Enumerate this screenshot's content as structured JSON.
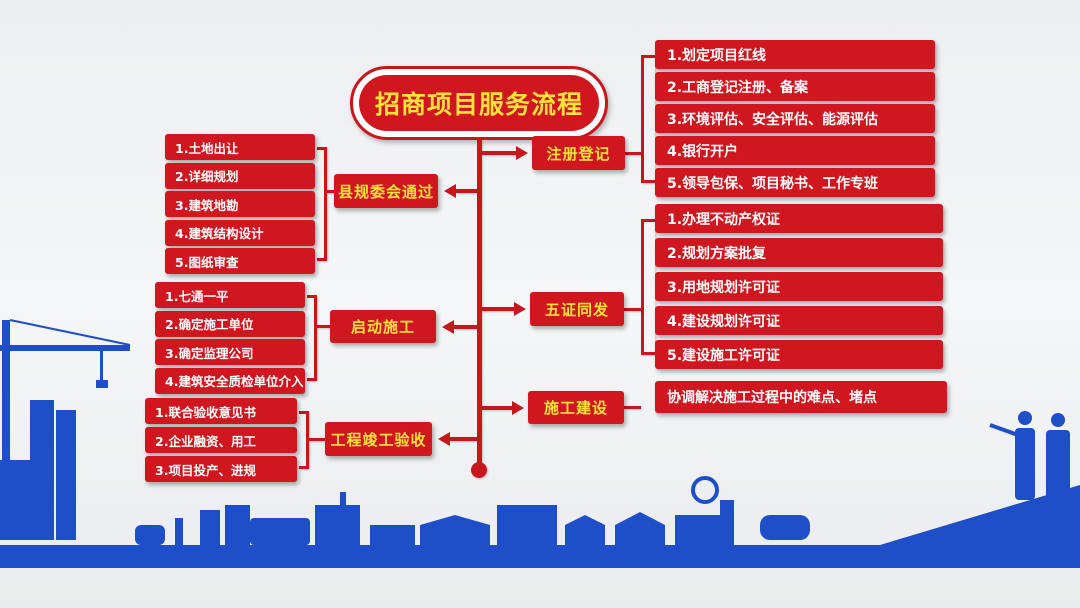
{
  "title": "招商项目服务流程",
  "left_stages": [
    {
      "label": "县规委会通过",
      "items": [
        "1.土地出让",
        "2.详细规划",
        "3.建筑地勘",
        "4.建筑结构设计",
        "5.图纸审查"
      ]
    },
    {
      "label": "启动施工",
      "items": [
        "1.七通一平",
        "2.确定施工单位",
        "3.确定监理公司",
        "4.建筑安全质检单位介入"
      ]
    },
    {
      "label": "工程竣工验收",
      "items": [
        "1.联合验收意见书",
        "2.企业融资、用工",
        "3.项目投产、进规"
      ]
    }
  ],
  "right_stages": [
    {
      "label": "注册登记",
      "items": [
        "1.划定项目红线",
        "2.工商登记注册、备案",
        "3.环境评估、安全评估、能源评估",
        "4.银行开户",
        "5.领导包保、项目秘书、工作专班"
      ]
    },
    {
      "label": "五证同发",
      "items": [
        "1.办理不动产权证",
        "2.规划方案批复",
        "3.用地规划许可证",
        "4.建设规划许可证",
        "5.建设施工许可证"
      ]
    },
    {
      "label": "施工建设",
      "items": [
        "协调解决施工过程中的难点、堵点"
      ]
    }
  ],
  "colors": {
    "red": "#d0161e",
    "yellow": "#ffe23a",
    "blue": "#1f4fc8"
  }
}
